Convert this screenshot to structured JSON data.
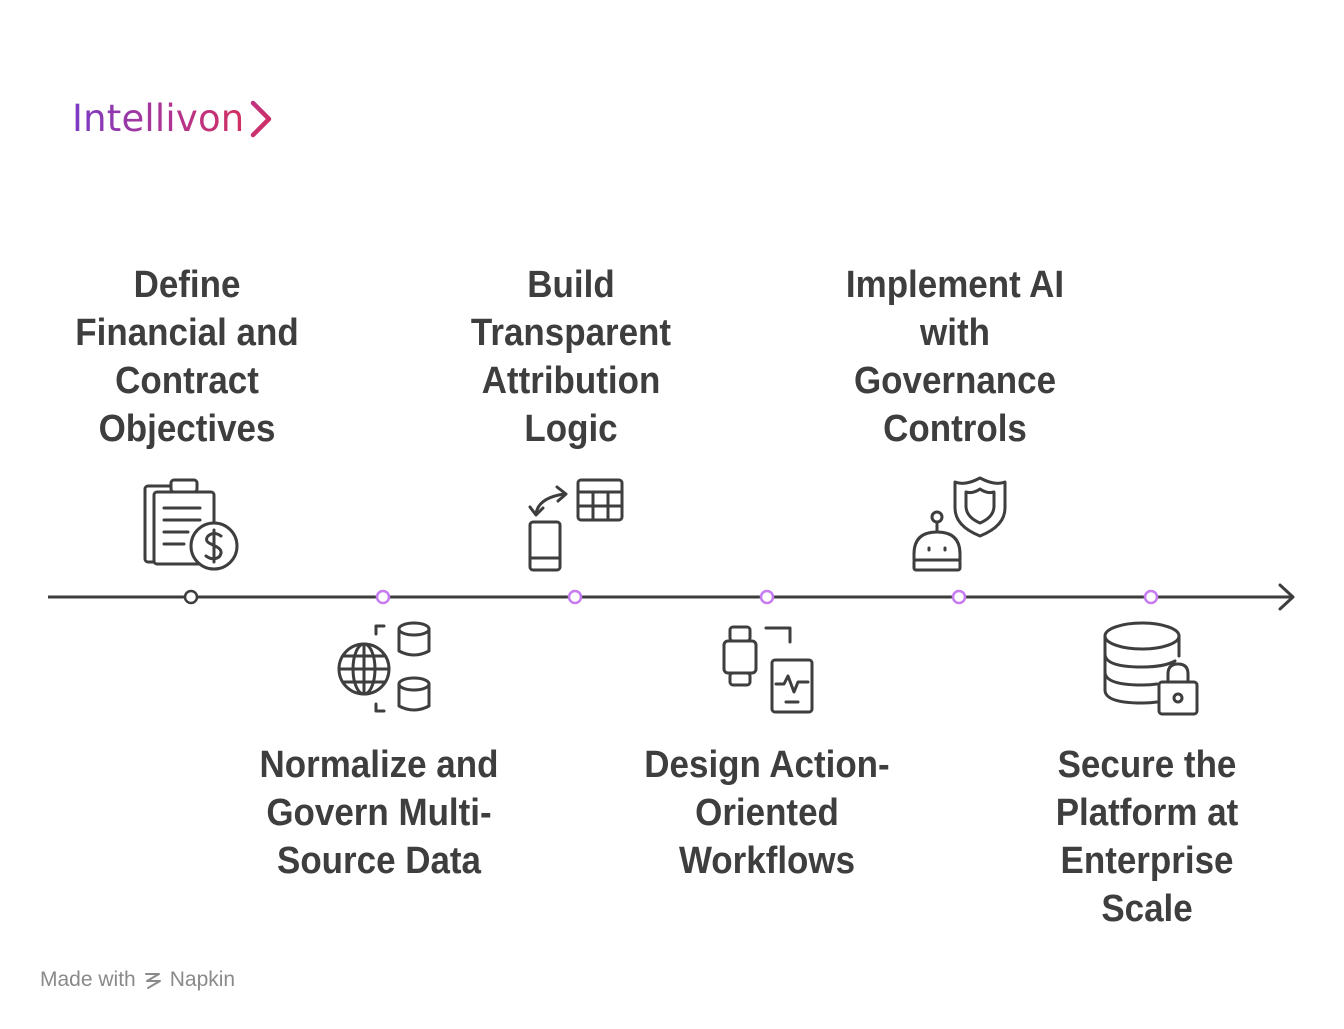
{
  "brand": {
    "name": "Intellivon",
    "gradient_start": "#7a3bc4",
    "gradient_end": "#d1305f"
  },
  "timeline": {
    "line_color": "#3e3e3e",
    "marker_color_first": "#3e3e3e",
    "marker_color": "#c77bf0",
    "steps": [
      {
        "label": "Define\nFinancial and\nContract\nObjectives",
        "icon": "clipboard-dollar-icon",
        "position": "above"
      },
      {
        "label": "Normalize and\nGovern Multi-\nSource Data",
        "icon": "globe-database-icon",
        "position": "below"
      },
      {
        "label": "Build\nTransparent\nAttribution\nLogic",
        "icon": "device-sync-table-icon",
        "position": "above"
      },
      {
        "label": "Design Action-\nOriented\nWorkflows",
        "icon": "watch-tablet-icon",
        "position": "below"
      },
      {
        "label": "Implement AI\nwith\nGovernance\nControls",
        "icon": "robot-shield-icon",
        "position": "above"
      },
      {
        "label": "Secure the\nPlatform at\nEnterprise\nScale",
        "icon": "database-lock-icon",
        "position": "below"
      }
    ]
  },
  "footer": {
    "made_with": "Made with",
    "tool": "Napkin"
  }
}
